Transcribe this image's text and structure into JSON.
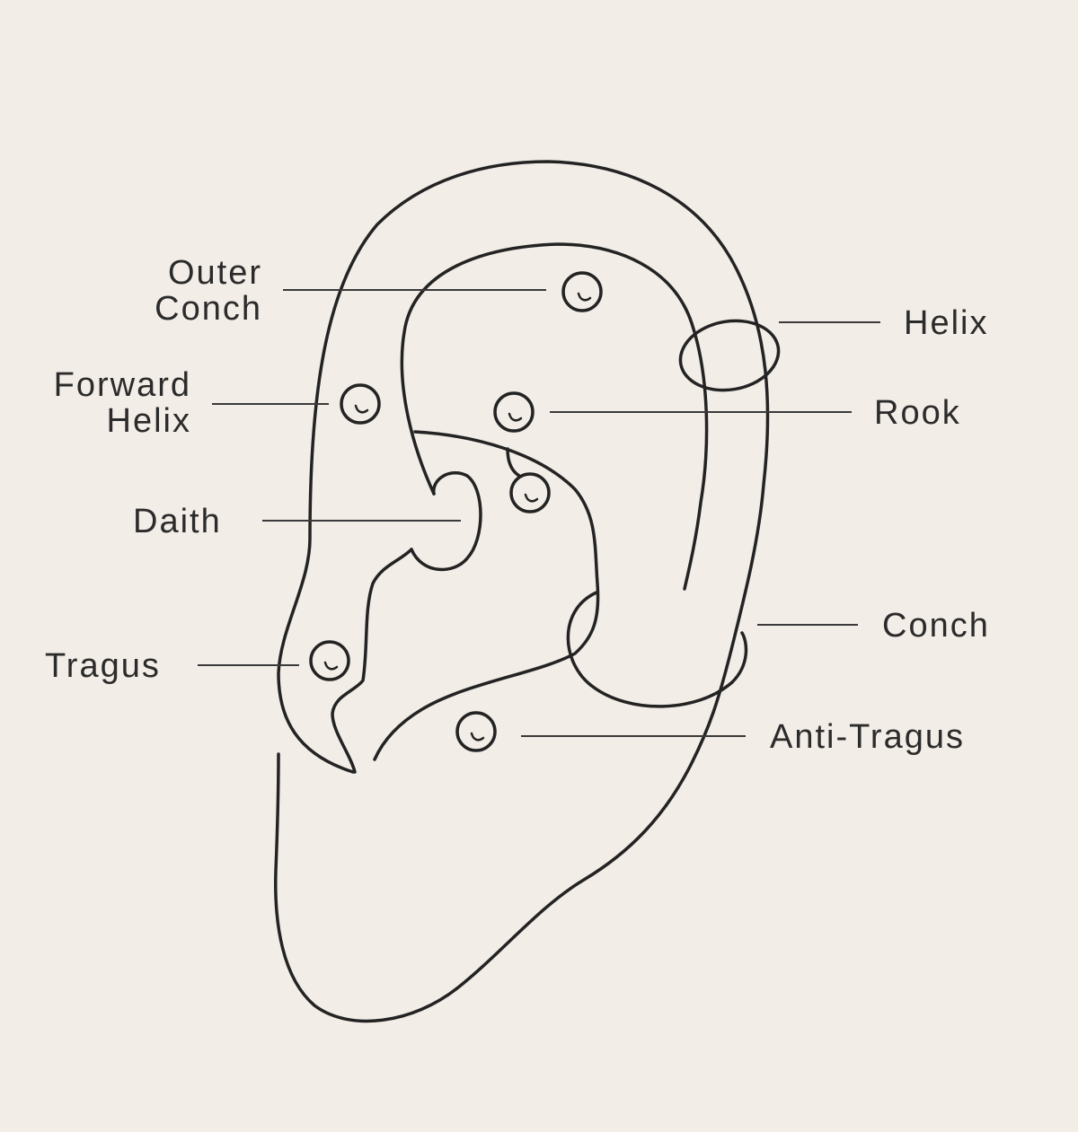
{
  "labels": {
    "outer_conch": [
      "Outer",
      "Conch"
    ],
    "forward_helix": [
      "Forward",
      "Helix"
    ],
    "daith": "Daith",
    "tragus": "Tragus",
    "helix": "Helix",
    "rook": "Rook",
    "conch": "Conch",
    "anti_tragus": "Anti-Tragus"
  },
  "colors": {
    "background": "#f3ede7",
    "line": "#232323"
  }
}
